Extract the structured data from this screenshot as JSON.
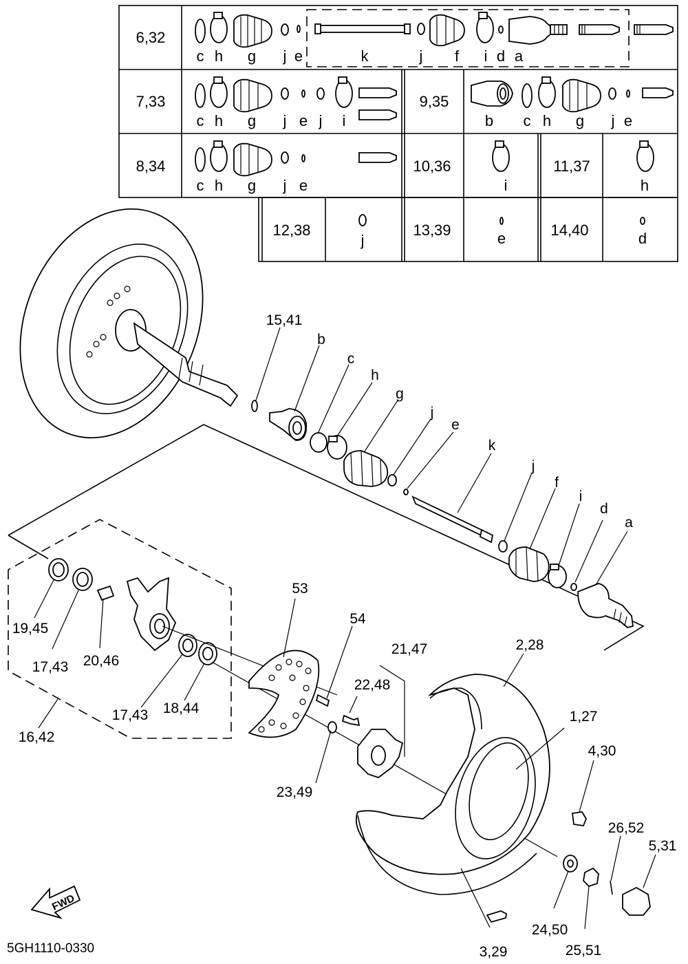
{
  "diagram_code": "5GH1110-0330",
  "direction_badge": "FWD",
  "kit_table": {
    "rows": [
      {
        "refs": "6,32",
        "letters": [
          "c",
          "h",
          "g",
          "j",
          "e",
          "k",
          "j",
          "f",
          "i",
          "d",
          "a"
        ]
      },
      {
        "refs": "7,33",
        "letters": [
          "c",
          "h",
          "g",
          "j",
          "e",
          "j",
          "i"
        ],
        "right_refs": "9,35",
        "right_letters": [
          "b",
          "c",
          "h",
          "g",
          "j",
          "e"
        ]
      },
      {
        "refs": "8,34",
        "letters": [
          "c",
          "h",
          "g",
          "j",
          "e"
        ],
        "extra": [
          {
            "refs": "10,36",
            "letter": "i"
          },
          {
            "refs": "11,37",
            "letter": "h"
          }
        ]
      },
      {
        "extra": [
          {
            "refs": "12,38",
            "letter": "j"
          },
          {
            "refs": "13,39",
            "letter": "e"
          },
          {
            "refs": "14,40",
            "letter": "d"
          }
        ]
      }
    ]
  },
  "callouts": {
    "c15_41": "15,41",
    "cb": "b",
    "cc": "c",
    "ch": "h",
    "cg": "g",
    "cj1": "j",
    "ce": "e",
    "ck": "k",
    "cj2": "j",
    "cf": "f",
    "ci": "i",
    "cd": "d",
    "ca": "a",
    "c53": "53",
    "c54": "54",
    "c21_47": "21,47",
    "c22_48": "22,48",
    "c2_28": "2,28",
    "c1_27": "1,27",
    "c4_30": "4,30",
    "c26_52": "26,52",
    "c5_31": "5,31",
    "c23_49": "23,49",
    "c19_45": "19,45",
    "c17_43a": "17,43",
    "c20_46": "20,46",
    "c17_43b": "17,43",
    "c18_44": "18,44",
    "c16_42": "16,42",
    "c24_50": "24,50",
    "c25_51": "25,51",
    "c3_29": "3,29"
  }
}
